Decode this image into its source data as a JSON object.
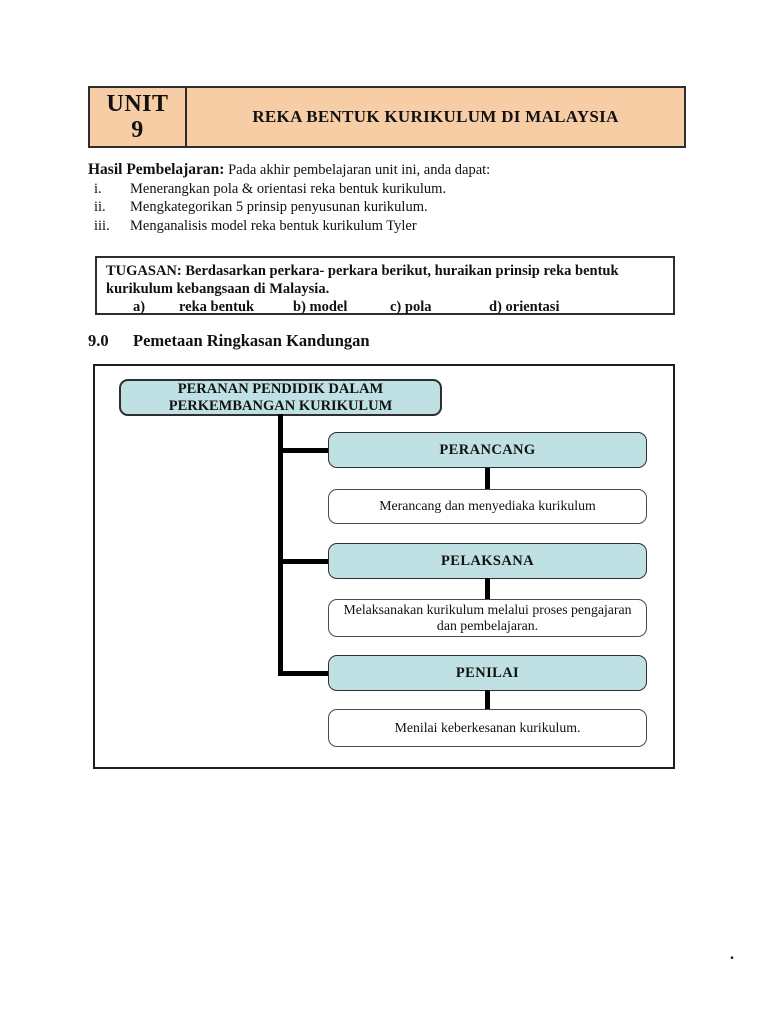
{
  "header": {
    "unit_label": "UNIT",
    "unit_number": "9",
    "title": "REKA BENTUK KURIKULUM DI MALAYSIA"
  },
  "outcomes": {
    "heading": "Hasil Pembelajaran:",
    "intro": "Pada akhir pembelajaran unit ini, anda dapat:",
    "items": [
      {
        "numeral": "i.",
        "text": "Menerangkan pola & orientasi reka bentuk kurikulum."
      },
      {
        "numeral": "ii.",
        "text": "Mengkategorikan 5 prinsip penyusunan kurikulum."
      },
      {
        "numeral": "iii.",
        "text": "Menganalisis model reka bentuk kurikulum Tyler"
      }
    ]
  },
  "task": {
    "line1": "TUGASAN: Berdasarkan perkara- perkara berikut, huraikan prinsip reka bentuk",
    "line2": "kurikulum kebangsaan di Malaysia.",
    "option_a_label": "a)",
    "option_a": "reka bentuk",
    "option_b": "b) model",
    "option_c": "c) pola",
    "option_d": "d) orientasi"
  },
  "section": {
    "number": "9.0",
    "title": "Pemetaan Ringkasan Kandungan"
  },
  "diagram": {
    "root": "PERANAN PENDIDIK DALAM PERKEMBANGAN KURIKULUM",
    "branches": [
      {
        "role": "PERANCANG",
        "description": "Merancang dan menyediaka kurikulum"
      },
      {
        "role": "PELAKSANA",
        "description": "Melaksanakan kurikulum melalui proses pengajaran dan pembelajaran."
      },
      {
        "role": "PENILAI",
        "description": "Menilai keberkesanan kurikulum."
      }
    ]
  },
  "marks": {
    "stray_dot": "."
  },
  "colors": {
    "header_bg": "#F7CDA6",
    "node_bg": "#BFE1E3",
    "border_dark": "#2e2e2e",
    "line_black": "#000000"
  }
}
